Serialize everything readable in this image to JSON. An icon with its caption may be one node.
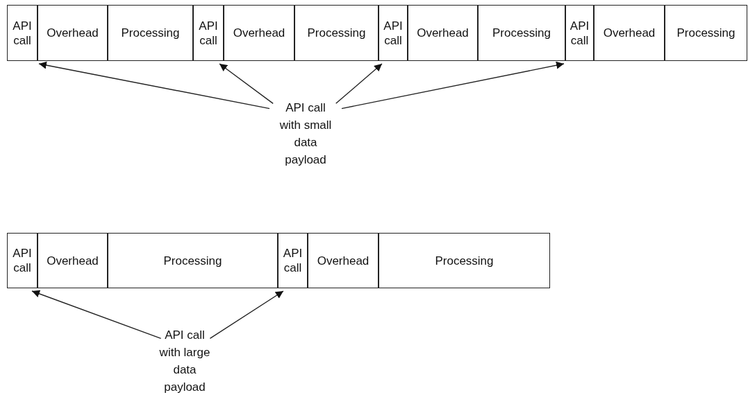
{
  "diagram": {
    "nodes": [
      {
        "text": [
          "API call"
        ]
      },
      {
        "text": [
          "Overhead"
        ]
      },
      {
        "text": [
          "Processing"
        ]
      },
      {
        "text": [
          "API call"
        ]
      },
      {
        "text": [
          "Overhead"
        ]
      },
      {
        "text": [
          "Processing"
        ]
      },
      {
        "text": [
          "API call"
        ]
      },
      {
        "text": [
          "Overhead"
        ]
      },
      {
        "text": [
          "Processing"
        ]
      },
      {
        "text": [
          "API call"
        ]
      },
      {
        "text": [
          "Overhead"
        ]
      },
      {
        "text": [
          "Processing"
        ]
      },
      {
        "text": [
          "API call with small data payload"
        ]
      },
      {
        "text": [
          "API call"
        ]
      },
      {
        "text": [
          "Overhead"
        ]
      },
      {
        "text": [
          "Processing"
        ]
      },
      {
        "text": [
          "API call"
        ]
      },
      {
        "text": [
          "Overhead"
        ]
      },
      {
        "text": [
          "Processing"
        ]
      },
      {
        "text": [
          "API call with large data payload"
        ]
      }
    ],
    "edges": [
      {
        "from": 12,
        "to": 0,
        "arrow": "to"
      },
      {
        "from": 12,
        "to": 3,
        "arrow": "to"
      },
      {
        "from": 12,
        "to": 6,
        "arrow": "to"
      },
      {
        "from": 12,
        "to": 9,
        "arrow": "to"
      },
      {
        "from": 19,
        "to": 13,
        "arrow": "to"
      },
      {
        "from": 19,
        "to": 16,
        "arrow": "to"
      }
    ]
  }
}
